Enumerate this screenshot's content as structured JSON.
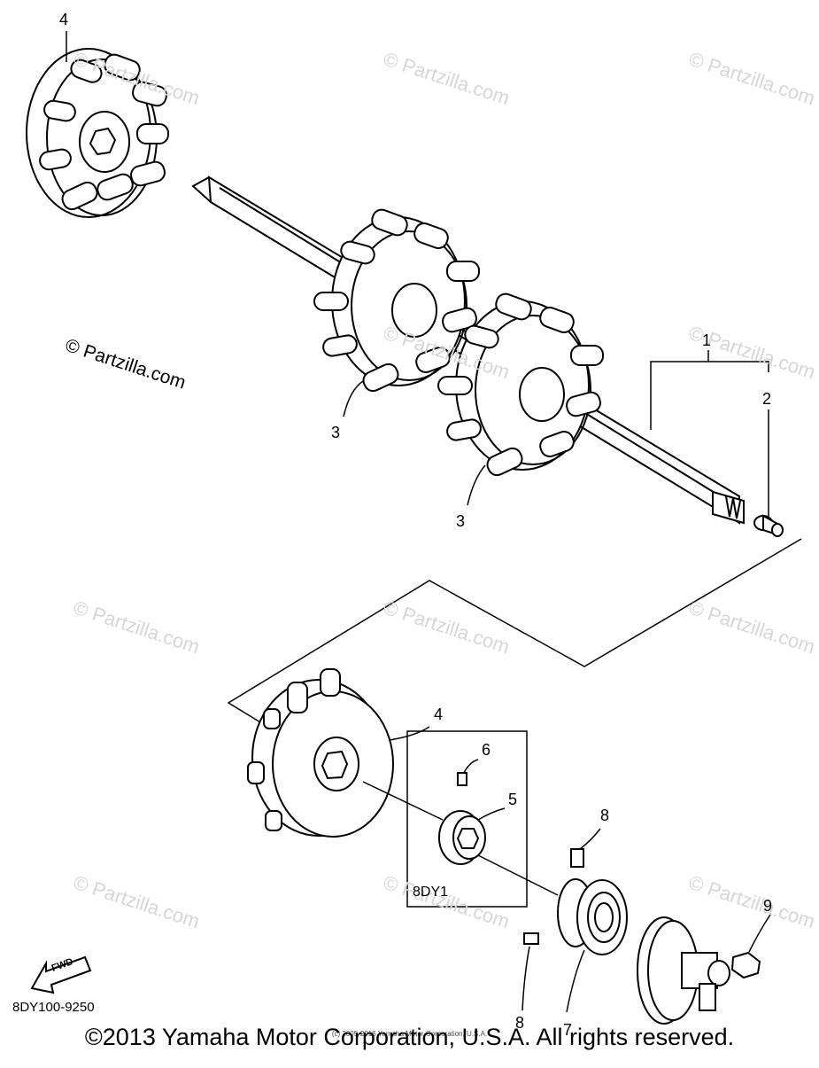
{
  "diagram": {
    "callouts": {
      "c1": "1",
      "c2": "2",
      "c3a": "3",
      "c3b": "3",
      "c4a": "4",
      "c4b": "4",
      "c5": "5",
      "c6": "6",
      "c7": "7",
      "c8a": "8",
      "c8b": "8",
      "c9": "9"
    },
    "box_label": "8DY1",
    "fwd_label": "FWD",
    "diagram_code": "8DY100-9250",
    "watermark_main": "© Partzilla.com",
    "watermark_repeat": "© Partzilla.com"
  },
  "footer": {
    "copyright": "©2013 Yamaha Motor Corporation, U.S.A. All rights reserved.",
    "small_notice": "(c) 2005-2016 Yamaha Motor Corporation, U.S.A."
  }
}
